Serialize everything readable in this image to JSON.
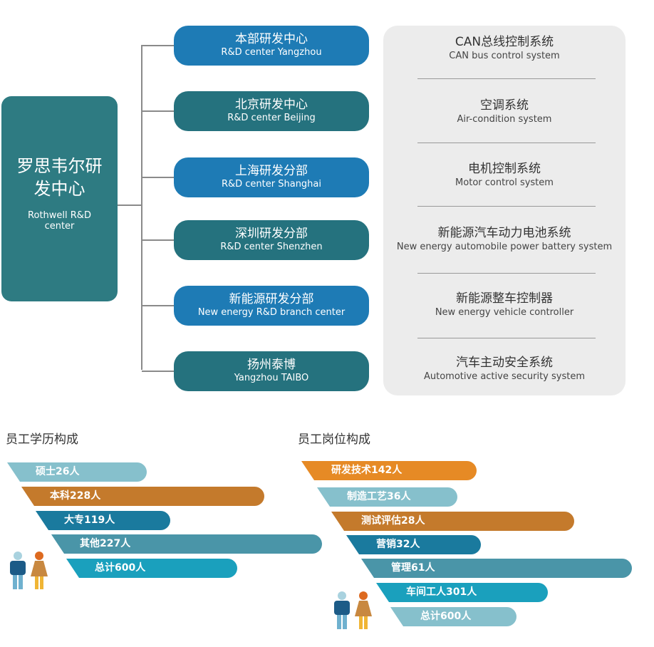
{
  "org": {
    "root": {
      "cn": "罗思韦尔研发中心",
      "en": "Rothwell R&D center"
    },
    "centers": [
      {
        "cn": "本部研发中心",
        "en": "R&D center  Yangzhou"
      },
      {
        "cn": "北京研发中心",
        "en": "R&D center Beijing"
      },
      {
        "cn": "上海研发分部",
        "en": "R&D center  Shanghai"
      },
      {
        "cn": "深圳研发分部",
        "en": "R&D center Shenzhen"
      },
      {
        "cn": "新能源研发分部",
        "en": "New energy R&D branch center"
      },
      {
        "cn": "扬州泰博",
        "en": "Yangzhou TAIBO"
      }
    ],
    "systems": [
      {
        "cn": "CAN总线控制系统",
        "en": "CAN bus control system"
      },
      {
        "cn": "空调系统",
        "en": "Air-condition  system"
      },
      {
        "cn": "电机控制系统",
        "en": "Motor control system"
      },
      {
        "cn": "新能源汽车动力电池系统",
        "en": "New energy automobile power battery system"
      },
      {
        "cn": "新能源整车控制器",
        "en": "New energy vehicle controller"
      },
      {
        "cn": "汽车主动安全系统",
        "en": "Automotive active security system"
      }
    ]
  },
  "education": {
    "title": "员工学历构成",
    "items": [
      {
        "label": "硕士26人",
        "value": 26,
        "color": "#86c0cc"
      },
      {
        "label": "本科228人",
        "value": 228,
        "color": "#c47a2c"
      },
      {
        "label": "大专119人",
        "value": 119,
        "color": "#1a7a9e"
      },
      {
        "label": "其他227人",
        "value": 227,
        "color": "#4a95a8"
      },
      {
        "label": "总计600人",
        "value": 600,
        "color": "#1aa0bd"
      }
    ]
  },
  "positions": {
    "title": "员工岗位构成",
    "items": [
      {
        "label": "研发技术142人",
        "value": 142,
        "color": "#e68a25"
      },
      {
        "label": "制造工艺36人",
        "value": 36,
        "color": "#86c0cc"
      },
      {
        "label": "测试评估28人",
        "value": 28,
        "color": "#c47a2c"
      },
      {
        "label": "营销32人",
        "value": 32,
        "color": "#1a7a9e"
      },
      {
        "label": "管理61人",
        "value": 61,
        "color": "#4a95a8"
      },
      {
        "label": "车间工人301人",
        "value": 301,
        "color": "#1aa0bd"
      },
      {
        "label": "总计600人",
        "value": 600,
        "color": "#86c0cc"
      }
    ]
  }
}
